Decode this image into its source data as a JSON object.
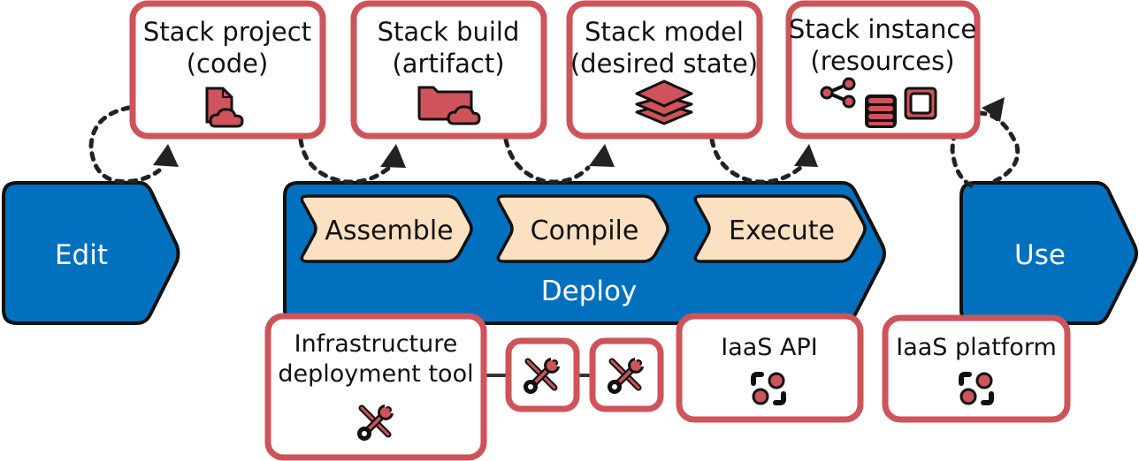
{
  "colors": {
    "phase_fill": "#0070BF",
    "stage_fill": "#FCE0C2",
    "box_border": "#CF535A",
    "icon_fill": "#CF535A",
    "outline": "#111111"
  },
  "phases": {
    "edit": {
      "label": "Edit"
    },
    "deploy": {
      "label": "Deploy"
    },
    "use": {
      "label": "Use"
    }
  },
  "stages": [
    {
      "label": "Assemble"
    },
    {
      "label": "Compile"
    },
    {
      "label": "Execute"
    }
  ],
  "artifacts": [
    {
      "line1": "Stack project",
      "line2": "(code)",
      "icon": "code-file-cloud-icon"
    },
    {
      "line1": "Stack build",
      "line2": "(artifact)",
      "icon": "folder-cloud-icon"
    },
    {
      "line1": "Stack model",
      "line2": "(desired state)",
      "icon": "layers-icon"
    },
    {
      "line1": "Stack instance",
      "line2": "(resources)",
      "icon": "resources-icon"
    }
  ],
  "tools": {
    "deployment_tool": {
      "line1": "Infrastructure",
      "line2": "deployment tool",
      "icon": "tools-icon"
    },
    "iaas_api": {
      "label": "IaaS API",
      "icon": "platform-icon"
    },
    "iaas_platform": {
      "label": "IaaS platform",
      "icon": "platform-icon"
    }
  }
}
